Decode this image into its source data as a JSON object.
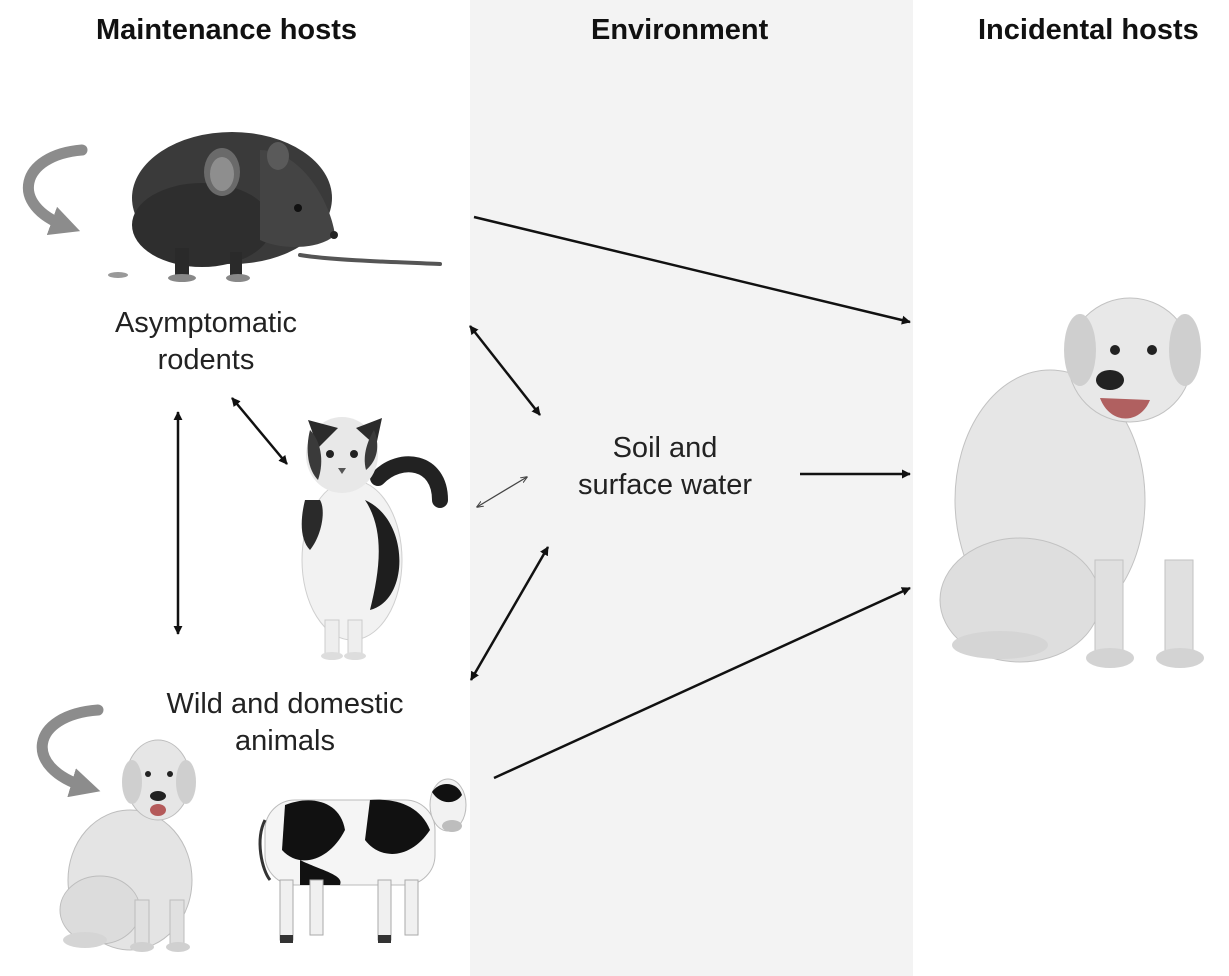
{
  "headers": {
    "maintenance": "Maintenance hosts",
    "environment": "Environment",
    "incidental": "Incidental hosts"
  },
  "labels": {
    "rodents_line1": "Asymptomatic",
    "rodents_line2": "rodents",
    "soil_line1": "Soil and",
    "soil_line2": "surface water",
    "animals_line1": "Wild and domestic",
    "animals_line2": "animals"
  },
  "colors": {
    "environment_band": "#f3f3f3",
    "self_loop_arrow": "#8c8c8c",
    "arrow": "#111111"
  },
  "icons": [
    "rat-icon",
    "cat-icon",
    "dog-icon",
    "cow-icon"
  ]
}
